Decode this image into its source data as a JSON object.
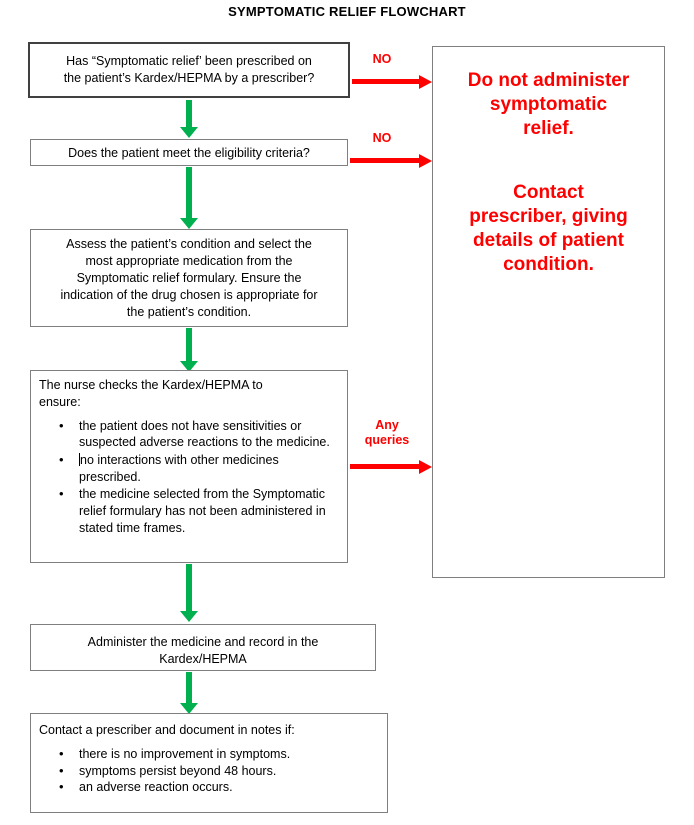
{
  "title": "SYMPTOMATIC RELIEF FLOWCHART",
  "nodes": {
    "q1": {
      "lines": [
        "Has “Symptomatic relief’ been prescribed on",
        "the patient’s Kardex/HEPMA by a prescriber?"
      ]
    },
    "q2": {
      "lines": [
        "Does the patient meet the eligibility criteria?"
      ]
    },
    "assess": {
      "lines": [
        "Assess the patient’s condition and select the",
        "most appropriate medication from the",
        "Symptomatic relief formulary.  Ensure the",
        "indication of the drug chosen is appropriate for",
        "the patient’s condition."
      ]
    },
    "nurse_checks": {
      "heading_lines": [
        "The nurse checks the Kardex/HEPMA to",
        "ensure:"
      ],
      "bullets": [
        "the patient does not have sensitivities or suspected adverse reactions to the medicine.",
        "no interactions with other medicines prescribed.",
        "the medicine selected from the Symptomatic relief formulary has not been administered in stated time frames."
      ]
    },
    "administer": {
      "lines": [
        "Administer the medicine and record in the",
        "Kardex/HEPMA"
      ]
    },
    "contact": {
      "heading": "Contact a prescriber and document in notes if:",
      "bullets": [
        "there is no improvement in symptoms.",
        "symptoms persist beyond 48 hours.",
        "an adverse reaction occurs."
      ]
    },
    "outcome": {
      "block1": [
        "Do not administer",
        "symptomatic",
        "relief."
      ],
      "block2": [
        "Contact",
        "prescriber, giving",
        "details of patient",
        "condition."
      ]
    }
  },
  "edges": {
    "no_1": "NO",
    "no_2": "NO",
    "any_queries_line1": "Any",
    "any_queries_line2": "queries"
  },
  "colors": {
    "flow_green": "#00b04f",
    "alert_red": "#ff0000",
    "box_border": "#7f7f7f",
    "box_border_emphasis": "#404040",
    "text": "#000000",
    "background": "#ffffff"
  }
}
